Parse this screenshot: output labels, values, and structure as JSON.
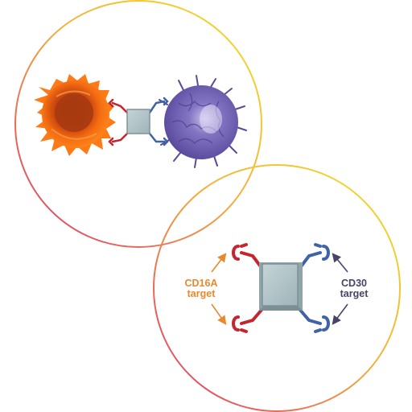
{
  "labels": {
    "cd16a": {
      "line1": "CD16A",
      "line2": "target"
    },
    "cd30": {
      "line1": "CD30",
      "line2": "target"
    }
  },
  "colors": {
    "cd16a_label": "#e8892e",
    "cd30_label": "#4b4268",
    "ring_gradient": [
      "#f0dd2c",
      "#f1a53a",
      "#e0316f"
    ],
    "red_arm": "#c3262f",
    "blue_arm": "#3f63a4",
    "antibody_body": "#a8bcc0",
    "nk_cell": "#f26a12",
    "tumor_cell": "#6b5aa8"
  },
  "icons": {
    "nk_cell": "orange-nk-cell-icon",
    "tumor_cell": "purple-tumor-cell-icon",
    "antibody": "bispecific-antibody-icon"
  }
}
